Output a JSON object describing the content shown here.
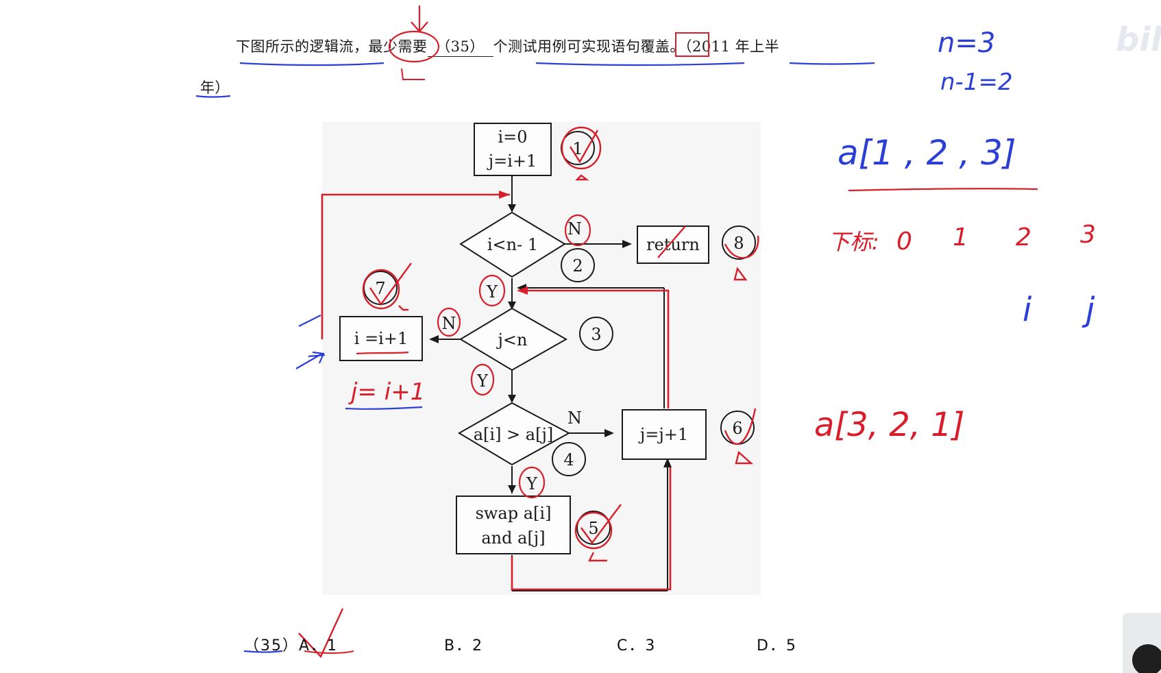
{
  "question": {
    "line1_before": "下图所示的逻辑流，最少需要",
    "blank": "（35）",
    "line1_after": "个测试用例可实现语句覆盖。（2011 年上半",
    "line2": "年）"
  },
  "flowchart": {
    "box_init_line1": "i=0",
    "box_init_line2": "j=i+1",
    "diamond_cond1": "i<n- 1",
    "box_return": "return",
    "diamond_cond2": "j<n",
    "box_incr_i": "i =i+1",
    "diamond_cond3": "a[i] > a[j]",
    "box_incr_j": "j=j+1",
    "box_swap_line1": "swap a[i]",
    "box_swap_line2": "and a[j]",
    "label_n1": "N",
    "label_n2": "N",
    "node_numbers": [
      "1",
      "2",
      "3",
      "4",
      "5",
      "6",
      "7",
      "8"
    ]
  },
  "annotations": {
    "n_eq": "n=3",
    "n_minus": "n-1=2",
    "array1": "a[1 , 2 , 3]",
    "index_label": "下标:",
    "indices": [
      "0",
      "1",
      "2",
      "3"
    ],
    "pointer_i": "i",
    "pointer_j": "j",
    "array2": "a[3, 2, 1]",
    "j_note": "j= i+1",
    "y_marks": [
      "Y",
      "Y",
      "Y"
    ],
    "n_marks": [
      "N",
      "N"
    ],
    "least_mark": "最少"
  },
  "choices": [
    {
      "key": "（35）",
      "text": ""
    },
    {
      "key": "A．",
      "text": "1"
    },
    {
      "key": "B．",
      "text": "2"
    },
    {
      "key": "C．",
      "text": "3"
    },
    {
      "key": "D．",
      "text": "5"
    }
  ],
  "colors": {
    "ink_red": "#d81e2a",
    "ink_blue": "#2b3fd6",
    "line": "#1a1a1a"
  },
  "watermark": "bili"
}
